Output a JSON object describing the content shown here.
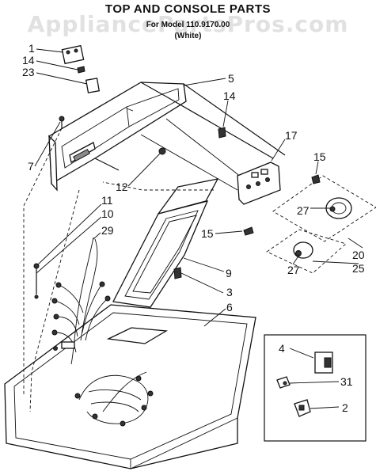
{
  "title": "TOP AND CONSOLE PARTS",
  "model_line": "For Model 110.9170.00",
  "color_line": "(White)",
  "watermark": "AppliancePartsPros.com",
  "callouts": {
    "c1": "1",
    "c14a": "14",
    "c23": "23",
    "c5": "5",
    "c14b": "14",
    "c7": "7",
    "c17": "17",
    "c15a": "15",
    "c12": "12",
    "c11": "11",
    "c10": "10",
    "c29": "29",
    "c27a": "27",
    "c15b": "15",
    "c9": "9",
    "c20": "20",
    "c27b": "27",
    "c25": "25",
    "c3": "3",
    "c6": "6",
    "c4": "4",
    "c31": "31",
    "c2": "2"
  }
}
